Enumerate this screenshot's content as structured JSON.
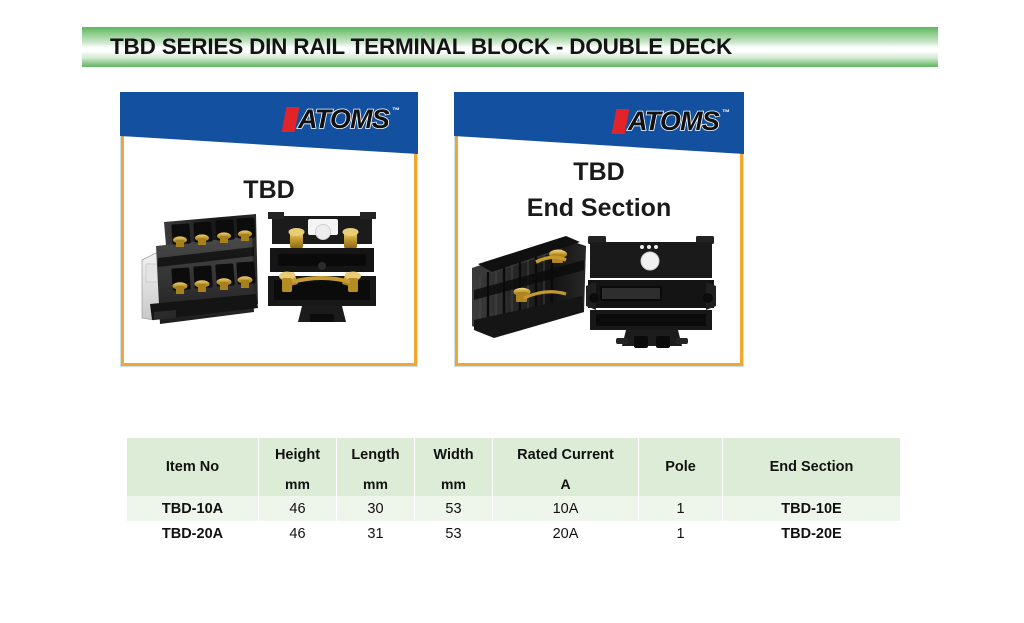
{
  "page": {
    "title": "TBD SERIES DIN RAIL TERMINAL BLOCK - DOUBLE DECK",
    "background_color": "#ffffff",
    "title_bar_green": "#63b863"
  },
  "panels": [
    {
      "id": "panel-tbd",
      "brand": "ATOMS",
      "trademark": "™",
      "caption_lines": [
        "TBD"
      ],
      "header_color": "#1350a0",
      "border_color": "#efa830",
      "product_alt": "TBD double deck DIN rail terminal block assembly, black housing with brass screw clamps"
    },
    {
      "id": "panel-end-section",
      "brand": "ATOMS",
      "trademark": "™",
      "caption_lines": [
        "TBD",
        "End Section"
      ],
      "header_color": "#1350a0",
      "border_color": "#efa830",
      "product_alt": "TBD end section plate with stacked double deck terminal blocks"
    }
  ],
  "table": {
    "headers": {
      "item_no": "Item No",
      "height": "Height",
      "length": "Length",
      "width": "Width",
      "rated_current": "Rated Current",
      "pole": "Pole",
      "end_section": "End Section"
    },
    "units": {
      "height": "mm",
      "length": "mm",
      "width": "mm",
      "rated_current": "A"
    },
    "rows": [
      {
        "item_no": "TBD-10A",
        "height": "46",
        "length": "30",
        "width": "53",
        "rated_current": "10A",
        "pole": "1",
        "end_section": "TBD-10E"
      },
      {
        "item_no": "TBD-20A",
        "height": "46",
        "length": "31",
        "width": "53",
        "rated_current": "20A",
        "pole": "1",
        "end_section": "TBD-20E"
      }
    ],
    "header_bg": "#dcecd6",
    "row_alt_bg": "#eef5eb"
  }
}
